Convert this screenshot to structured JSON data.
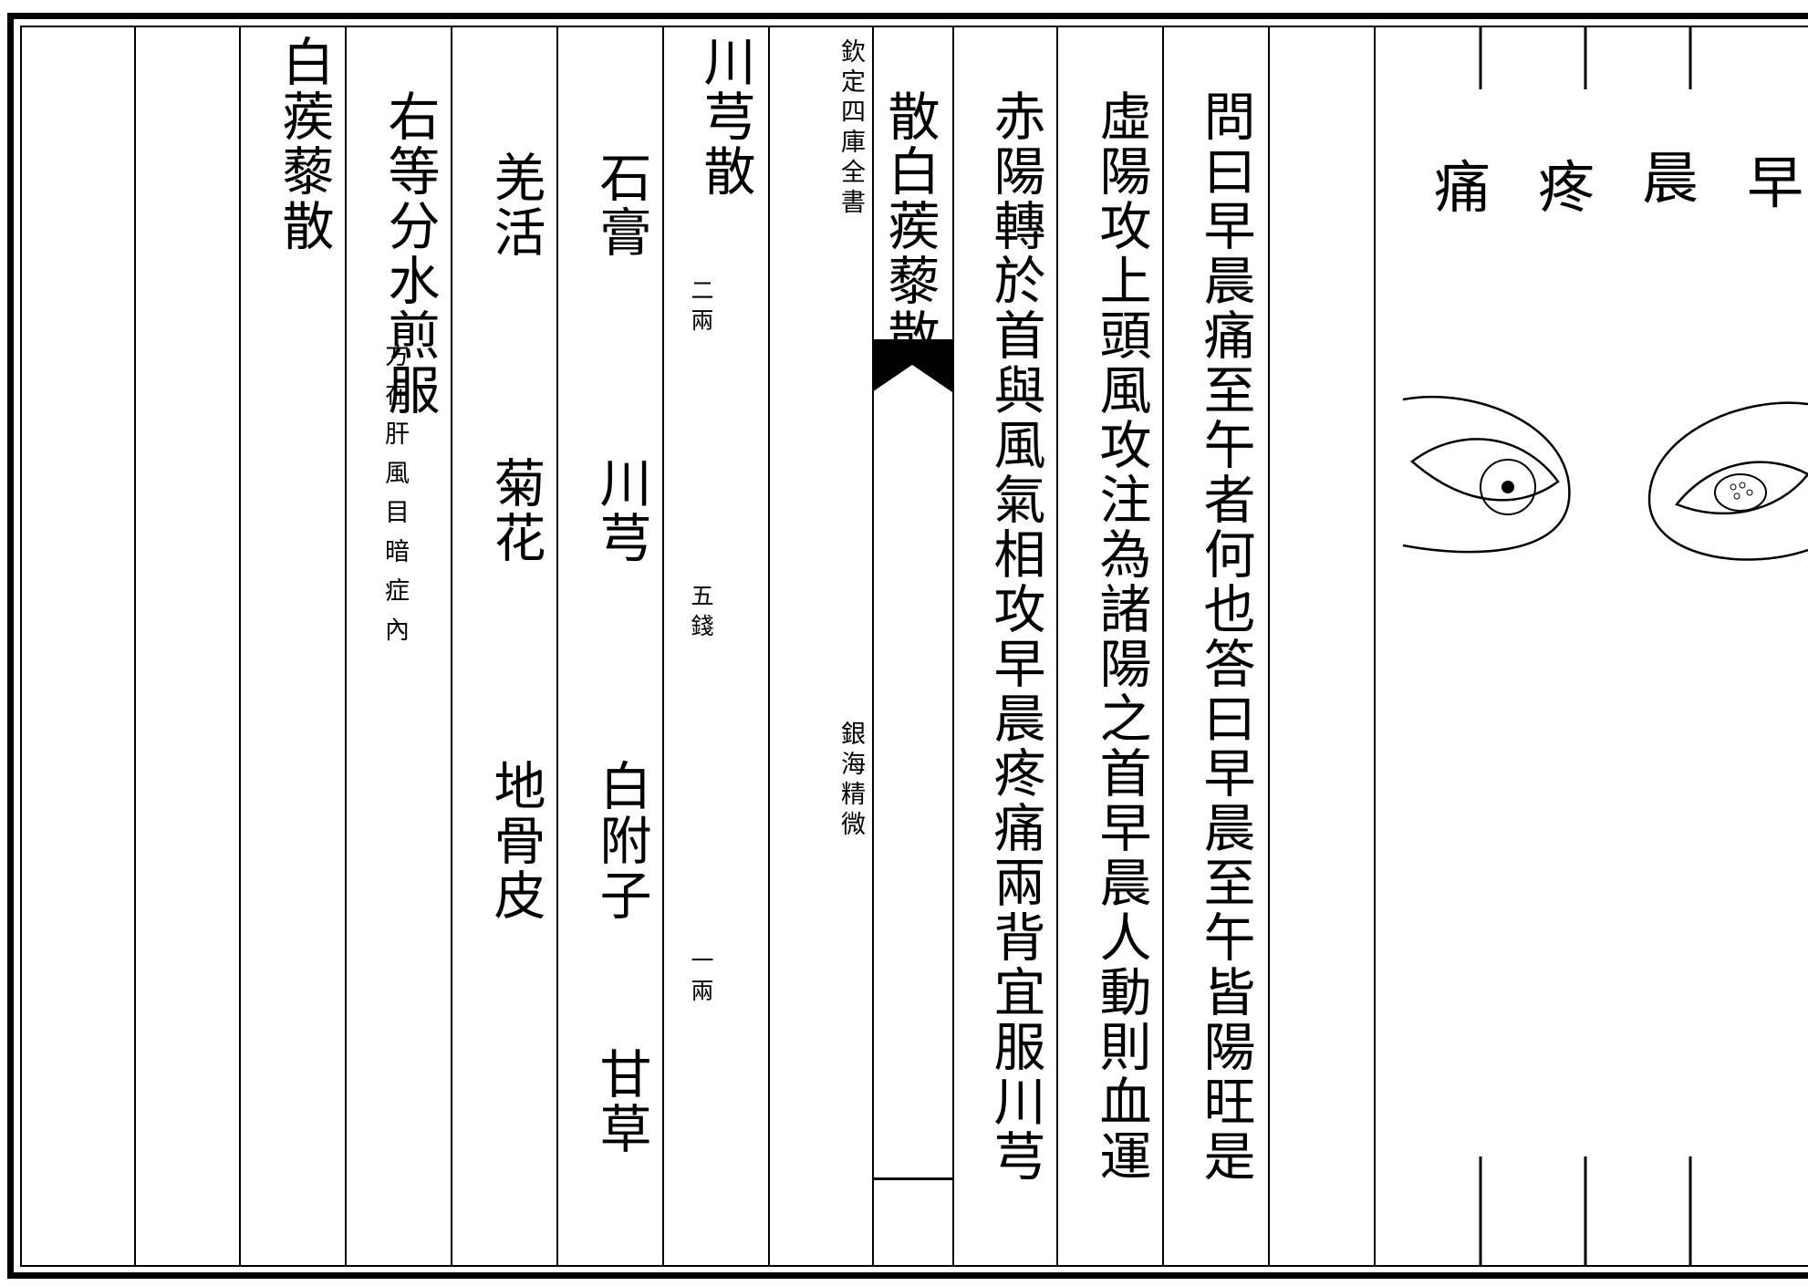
{
  "diagram": {
    "title_chars": [
      "早",
      "晨",
      "疼",
      "痛"
    ]
  },
  "columns": {
    "c1": "問曰早晨痛至午者何也答曰早晨至午皆陽旺是",
    "c2": "虛陽攻上頭風攻注為諸陽之首早晨人動則血運",
    "c3": "赤陽轉於首與風氣相攻早晨疼痛兩背宜服川芎",
    "c4": "散白蒺藜散",
    "margin_top": "欽定四庫全書",
    "margin_bottom": "銀海精微",
    "c6": "川芎散",
    "c7_a": "石膏",
    "c7_a_note": "二兩",
    "c7_b": "川芎",
    "c7_b_note": "五錢",
    "c7_c": "白附子",
    "c7_c_note": "一兩",
    "c7_d": "甘草",
    "c8_a": "羌活",
    "c8_b": "菊花",
    "c8_c": "地骨皮",
    "c9": "右等分水煎服",
    "c10": "白蒺藜散",
    "c10_note": "方在肝風目暗症內"
  }
}
